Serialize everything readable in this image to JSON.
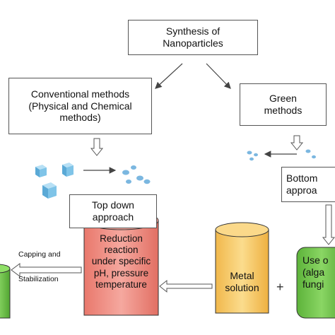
{
  "nodes": {
    "root": {
      "lines": [
        "Synthesis of",
        "Nanoparticles"
      ]
    },
    "conventional": {
      "lines": [
        "Conventional methods",
        "(Physical and Chemical",
        "methods)"
      ]
    },
    "green": {
      "lines": [
        "Green",
        "methods"
      ]
    },
    "top_down": {
      "lines": [
        "Top down",
        "approach"
      ]
    },
    "bottom_up": {
      "lines": [
        "Bottom",
        "approa"
      ]
    },
    "reduction": {
      "lines": [
        "Reduction",
        "reaction",
        "under specific",
        "pH, pressure",
        "temperature"
      ]
    },
    "metal_solution": {
      "lines": [
        "Metal",
        "solution"
      ]
    },
    "use_of": {
      "lines": [
        "Use o",
        "(alga",
        "fungi"
      ]
    },
    "capping": {
      "lines": [
        "Capping and",
        "Stabilization"
      ]
    }
  },
  "symbols": {
    "plus": "+"
  },
  "colors": {
    "box_border": "#555555",
    "arrow": "#444444",
    "cube": "#7fc4e8",
    "particle": "#7bb7e0",
    "reduction_cylinder": "#ee8b80",
    "metal_cylinder": "#f6c96c",
    "green_cylinder": "#6cc24a",
    "left_cylinder": "#7ed957"
  }
}
